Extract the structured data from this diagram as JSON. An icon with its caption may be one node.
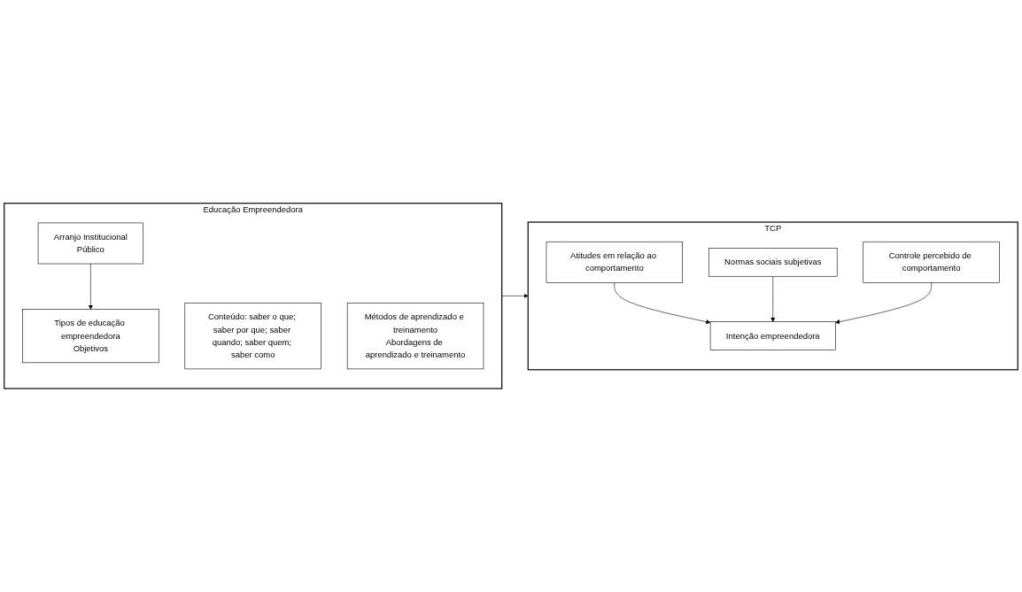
{
  "diagram": {
    "nodes": [
      {
        "text": [
          "Educação Empreendedora"
        ]
      },
      {
        "text": [
          "Arranjo Institucional",
          "Público"
        ],
        "in": 0
      },
      {
        "text": [
          "Tipos de educação empreendedora",
          "Objetivos"
        ],
        "in": 0
      },
      {
        "text": [
          "Conteúdo: saber o que; saber por que; saber quando; saber quem; saber como"
        ],
        "in": 0
      },
      {
        "text": [
          "Métodos de aprendizado e treinamento",
          "Abordagens de aprendizado e treinamento"
        ],
        "in": 0
      },
      {
        "text": [
          "TCP"
        ]
      },
      {
        "text": [
          "Atitudes em relação ao comportamento"
        ],
        "in": 5
      },
      {
        "text": [
          "Normas sociais subjetivas"
        ],
        "in": 5
      },
      {
        "text": [
          "Controle percebido de comportamento"
        ],
        "in": 5
      },
      {
        "text": [
          "Intenção empreendedora"
        ],
        "in": 5
      }
    ],
    "edges": [
      {
        "from": 1,
        "to": 2,
        "arrow": "to"
      },
      {
        "from": 0,
        "to": 5,
        "arrow": "to"
      },
      {
        "from": 6,
        "to": 9,
        "arrow": "to"
      },
      {
        "from": 7,
        "to": 9,
        "arrow": "to"
      },
      {
        "from": 8,
        "to": 9,
        "arrow": "to"
      }
    ]
  }
}
